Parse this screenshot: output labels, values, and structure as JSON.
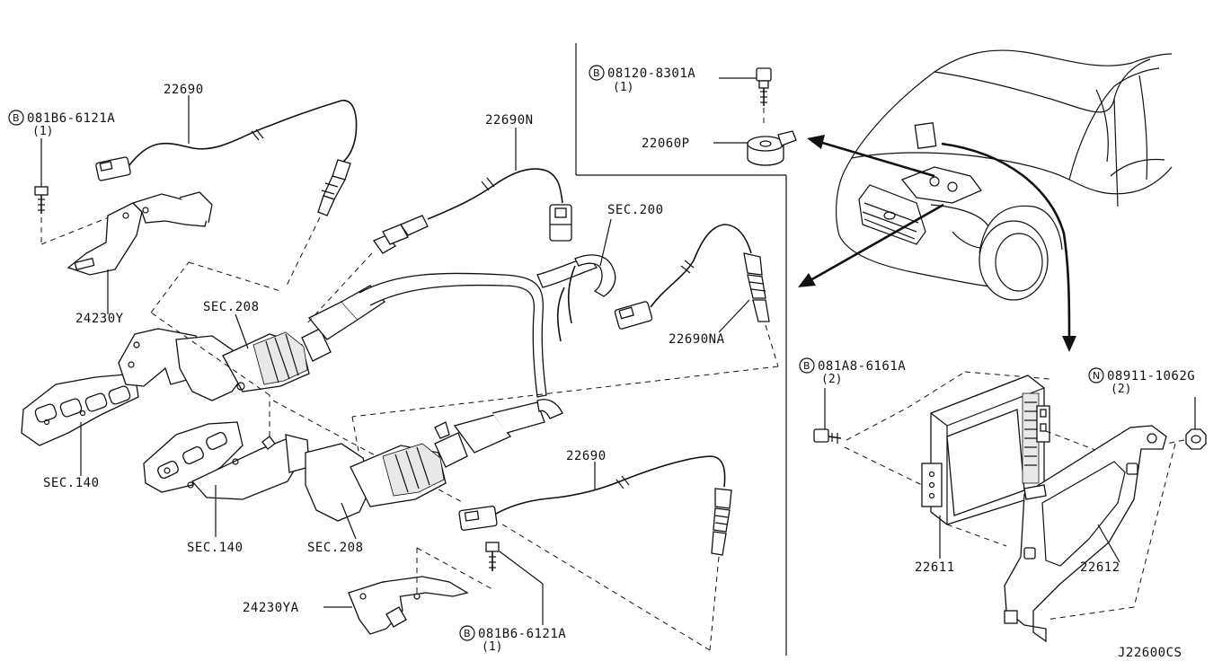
{
  "diagram": {
    "code": "J22600CS",
    "labels": {
      "sensor_top": "22690",
      "sensor_mid": "22690N",
      "sensor_right": "22690NA",
      "sensor_bottom": "22690",
      "bolt_top_left": "081B6-6121A",
      "bolt_top_left_qty": "(1)",
      "bolt_bottom": "081B6-6121A",
      "bolt_bottom_qty": "(1)",
      "bracket_upper": "24230Y",
      "bracket_lower": "24230YA",
      "sec_200": "SEC.200",
      "sec_208_upper": "SEC.208",
      "sec_208_lower": "SEC.208",
      "sec_140_left": "SEC.140",
      "sec_140_lower": "SEC.140",
      "inset_bolt": "08120-8301A",
      "inset_bolt_qty": "(1)",
      "knock_sensor": "22060P",
      "ecm_bolt": "081A8-6161A",
      "ecm_bolt_qty": "(2)",
      "ecm_nut": "08911-1062G",
      "ecm_nut_qty": "(2)",
      "ecm": "22611",
      "ecm_bracket": "22612",
      "letter_b": "B",
      "letter_n": "N"
    }
  }
}
